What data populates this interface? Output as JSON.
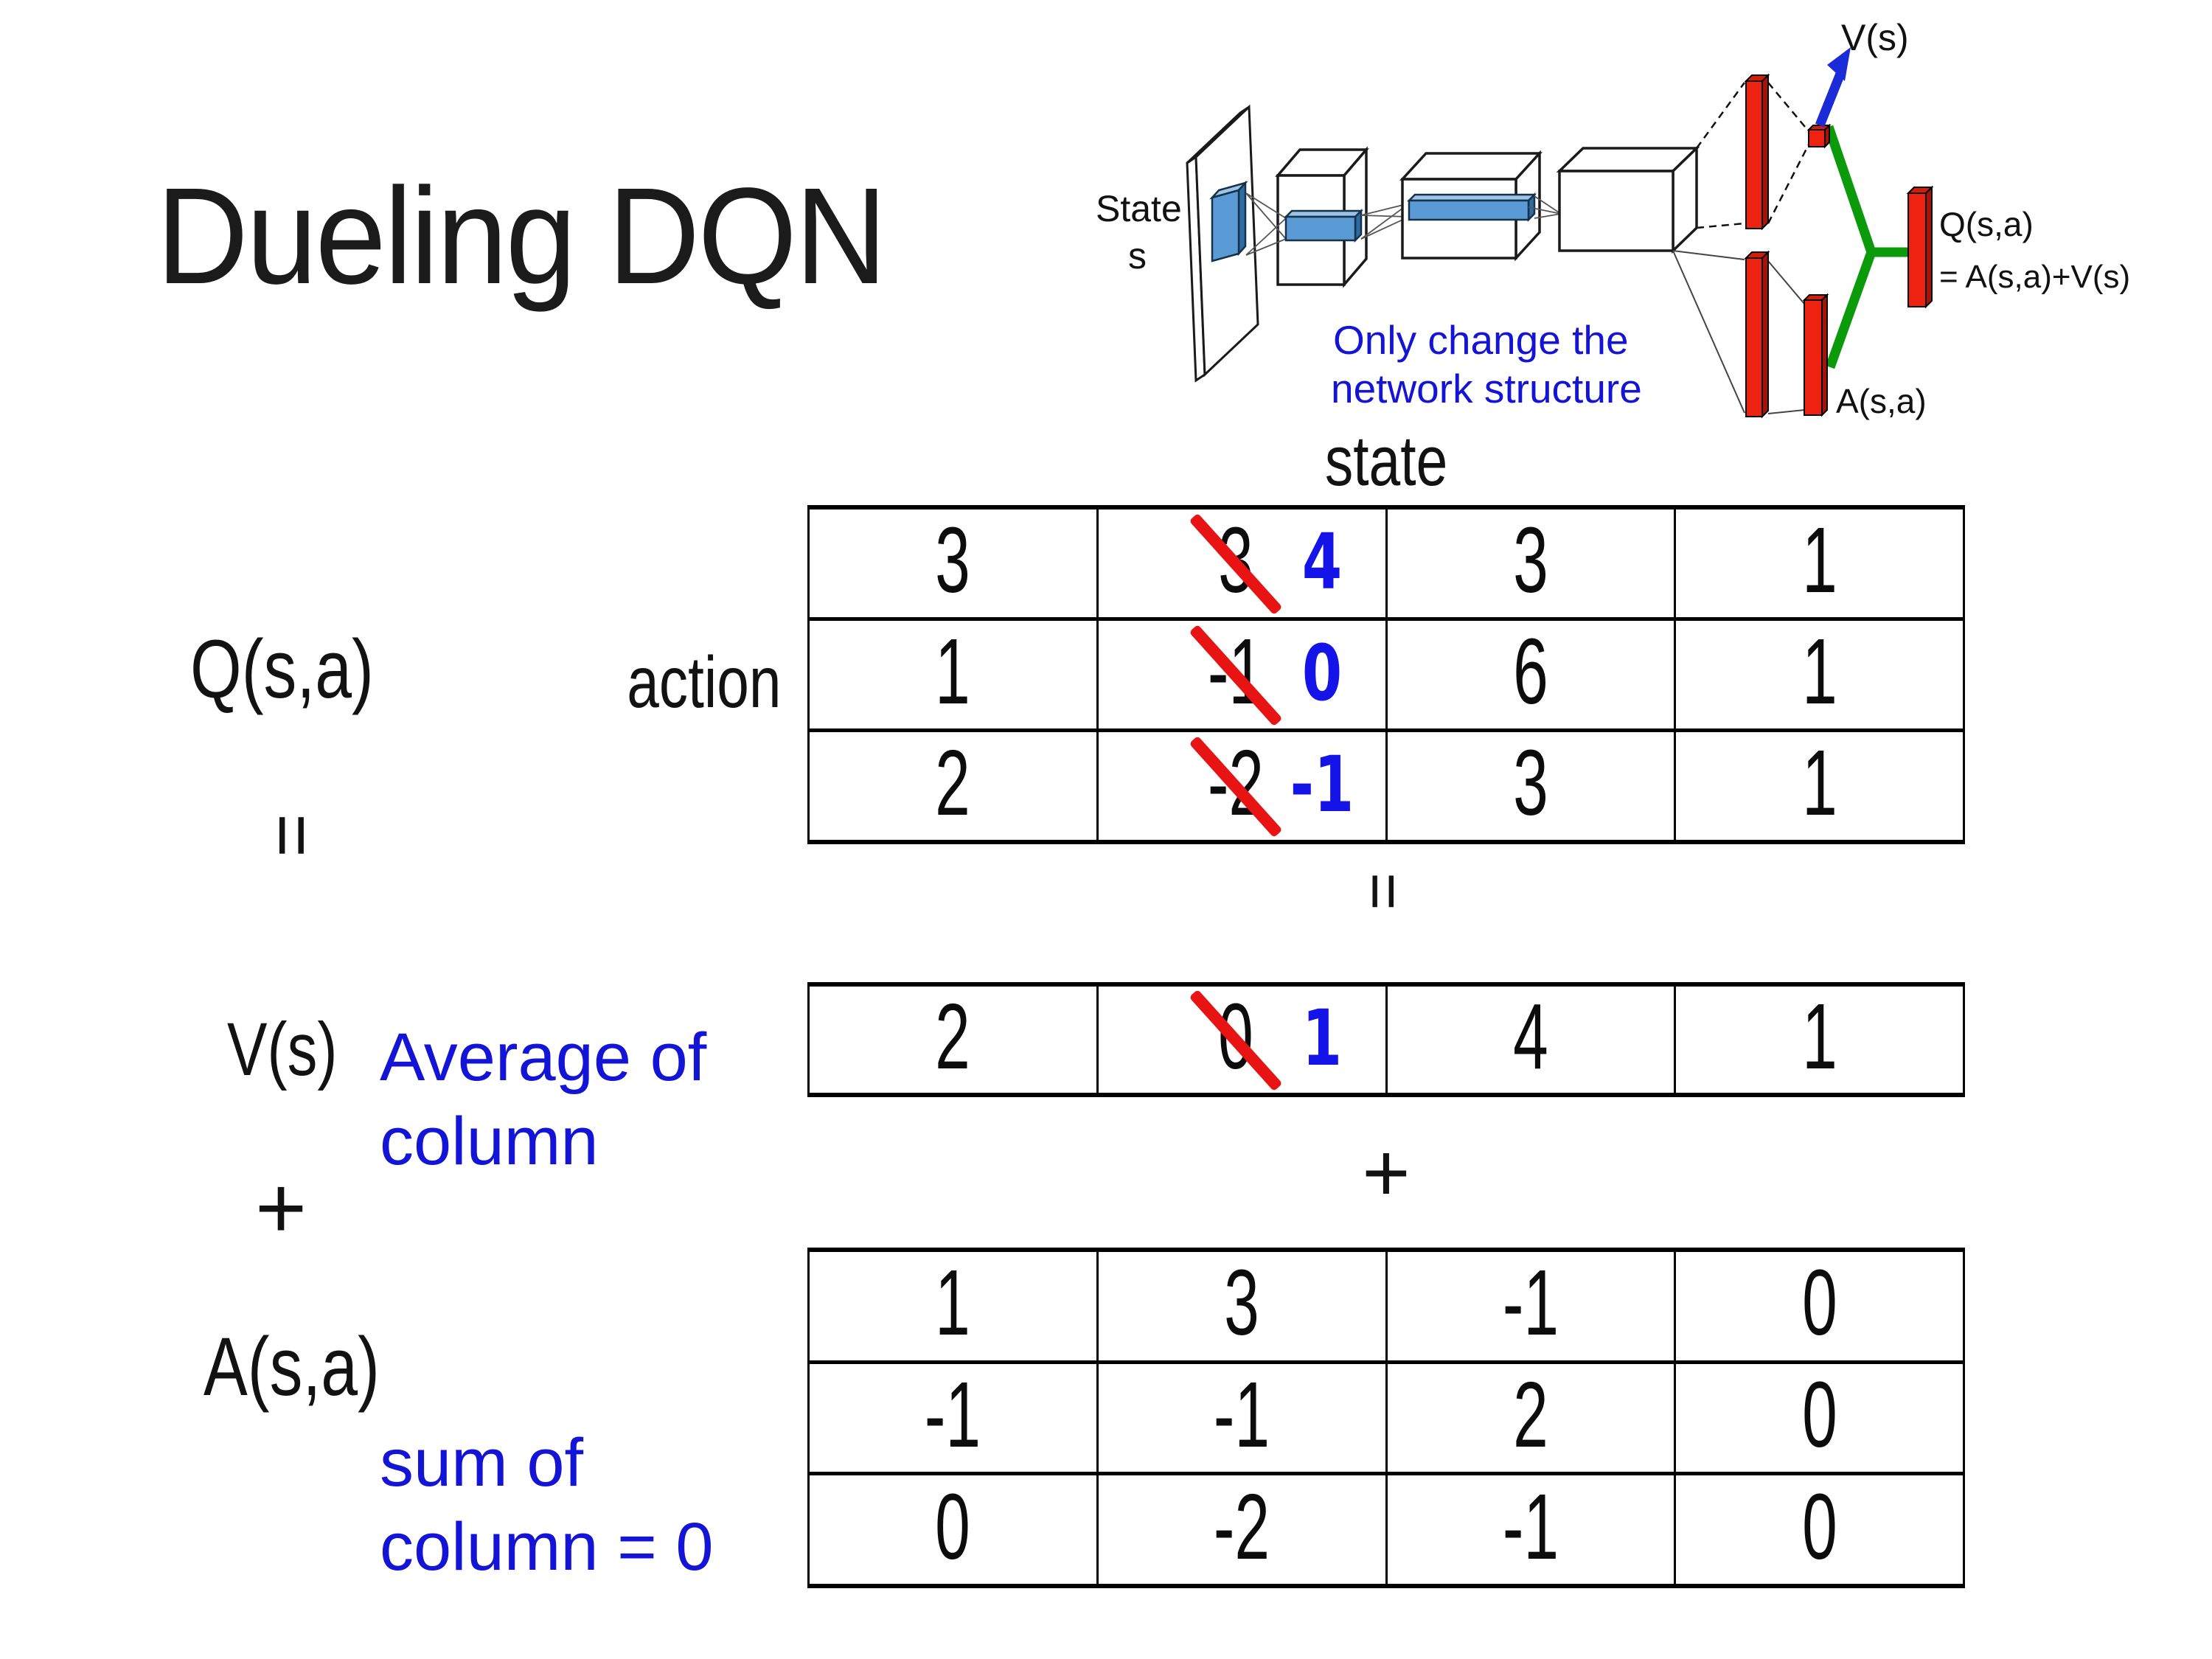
{
  "title": "Dueling DQN",
  "equation_labels": {
    "q": "Q(s,a)",
    "equals_left": "=",
    "v": "V(s)",
    "plus_left": "+",
    "a": "A(s,a)",
    "avg_line1": "Average of",
    "avg_line2": "column",
    "sum_line1": "sum of",
    "sum_line2": "column = 0",
    "state": "state",
    "action": "action",
    "equals_mid": "=",
    "plus_mid": "+"
  },
  "tables": {
    "q": [
      [
        {
          "v": "3"
        },
        {
          "v": "3",
          "strike": true,
          "nv": "4"
        },
        {
          "v": "3"
        },
        {
          "v": "1"
        }
      ],
      [
        {
          "v": "1"
        },
        {
          "v": "-1",
          "strike": true,
          "nv": "0"
        },
        {
          "v": "6"
        },
        {
          "v": "1"
        }
      ],
      [
        {
          "v": "2"
        },
        {
          "v": "-2",
          "strike": true,
          "nv": "-1"
        },
        {
          "v": "3"
        },
        {
          "v": "1"
        }
      ]
    ],
    "v": [
      [
        {
          "v": "2"
        },
        {
          "v": "0",
          "strike": true,
          "nv": "1"
        },
        {
          "v": "4"
        },
        {
          "v": "1"
        }
      ]
    ],
    "a": [
      [
        {
          "v": "1"
        },
        {
          "v": "3"
        },
        {
          "v": "-1"
        },
        {
          "v": "0"
        }
      ],
      [
        {
          "v": "-1"
        },
        {
          "v": "-1"
        },
        {
          "v": "2"
        },
        {
          "v": "0"
        }
      ],
      [
        {
          "v": "0"
        },
        {
          "v": "-2"
        },
        {
          "v": "-1"
        },
        {
          "v": "0"
        }
      ]
    ]
  },
  "diagram": {
    "vs_label": "V(s)",
    "state_line1": "State",
    "state_line2": "s",
    "note_line1": "Only change the",
    "note_line2": "network structure",
    "qsa_label": "Q(s,a)",
    "qsa_eq": "= A(s,a)+V(s)",
    "asa_label": "A(s,a)"
  },
  "colors": {
    "strike_red": "#e81414",
    "new_value_blue": "#1414e8",
    "note_blue": "#1414d6",
    "diagram_green": "#0a9a0a",
    "diagram_red": "#ee2211",
    "conv_blue": "#5b9bd5",
    "arrow_blue": "#1c2bd8"
  }
}
